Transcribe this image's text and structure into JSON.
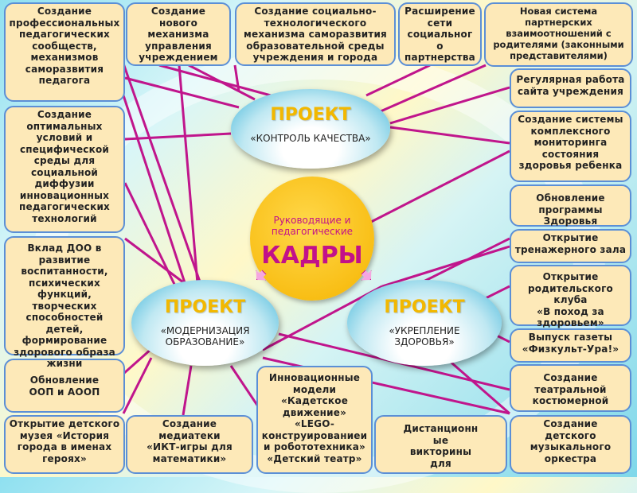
{
  "center": {
    "line1": "Руководящие и\nпедагогические",
    "line2": "КАДРЫ"
  },
  "projects": [
    {
      "title": "ПРОЕКТ",
      "subtitle": "«КОНТРОЛЬ КАЧЕСТВА»"
    },
    {
      "title": "ПРОЕКТ",
      "subtitle": "«МОДЕРНИЗАЦИЯ\nОБРАЗОВАНИЕ»"
    },
    {
      "title": "ПРОЕКТ",
      "subtitle": "«УКРЕПЛЕНИЕ\nЗДОРОВЬЯ»"
    }
  ],
  "boxes": [
    "Создание\nпрофессиональных\nпедагогических\nсообществ,\nмеханизмов\nсаморазвития\nпедагога",
    "Создание\nнового\nмеханизма\nуправления\nучреждением",
    "Создание социально-\nтехнологического\nмеханизма саморазвития\nобразовательной среды\nучреждения и города",
    "Расширение\nсети\nсоциальног\nо\nпартнерства",
    "Новая система\nпартнерских\nвзаимоотношений с\nродителями (законными\nпредставителями)",
    "Регулярная работа\nсайта учреждения",
    "Создание системы\nкомплексного\nмониторинга\nсостояния\nздоровья ребенка",
    "Обновление\nпрограммы\nЗдоровья",
    "Открытие\nтренажерного зала",
    "Открытие\nродительского\nклуба\n«В поход за\nздоровьем»",
    "Выпуск газеты\n«Физкульт-Ура!»",
    "Создание\nтеатральной\nкостюмерной",
    "Создание\nдетского\nмузыкального\nоркестра",
    "Дистанционн\nые\nвикторины\nдля",
    "Инновационные\nмодели\n«Кадетское\nдвижение»\n«LEGO-\nконструированиеи\nи робототехника»\n«Детский театр»",
    "Создание\nмедиатеки\n«ИКТ-игры для\nматематики»",
    "Открытие детского\nмузея «История\nгорода в именах\nгероях»",
    "Обновление\nООП и АООП",
    "Вклад ДОО в\nразвитие\nвоспитанности,\nпсихических\nфункций,\nтворческих\nспособностей\nдетей,\nформирование\nздорового образа\nжизни",
    "Создание\nоптимальных\nусловий и\nспецифической\nсреды для\nсоциальной\nдиффузии\nинновационных\nпедагогических\nтехнологий"
  ],
  "colors": {
    "line": "#c0158c",
    "box": "#fde9b8",
    "border": "#5b8fd6",
    "title": "#f2b800"
  }
}
